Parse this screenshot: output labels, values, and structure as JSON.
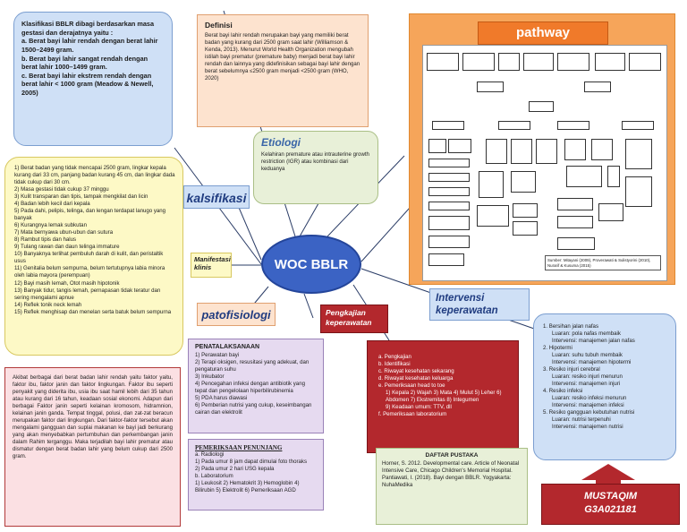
{
  "center": {
    "title": "WOC BBLR"
  },
  "klasifikasi_box": {
    "intro": "Klasifikasi BBLR dibagi berdasarkan masa gestasi dan derajatnya yaitu :",
    "items": [
      "a. Berat bayi lahir rendah dengan berat lahir 1500–2499 gram.",
      "b. Berat bayi lahir sangat rendah dengan berat lahir 1000–1499 gram.",
      "c. Berat bayi lahir ekstrem rendah dengan berat lahir < 1000 gram (Meadow & Newell, 2005)"
    ]
  },
  "definisi": {
    "title": "Definisi",
    "text": "Berat bayi lahir rendah merupakan bayi yang memiliki berat badan yang kurang dari 2500 gram saat lahir (Williamson & Kenda, 2013). Menurut World Health Organization mengubah istilah bayi prematur (premature baby) menjadi berat bayi lahir rendah dan lainnya yang didefinisikan sebagai bayi lahir dengan berat sebelumnya ≤2500 gram menjadi <2500 gram (WHO, 2020)"
  },
  "etiologi": {
    "label": "Etiologi",
    "text": "Kelahiran premature atau intrauterine growth restriction (IGR) atau kombinasi dari keduanya"
  },
  "pathway": {
    "title": "pathway",
    "source": "Sumber: Mitayani (2009), Proverawati & Sulistyorini (2010), Nurarif & Kusuma (2015)"
  },
  "kalsifikasi_label": "kalsifikasi",
  "manifestasi": {
    "label": "Manifestasi klinis",
    "items": [
      "1) Berat badan yang tidak mencapai 2500 gram, lingkar kepala kurang dari 33 cm, panjang badan kurang 45 cm, dan lingkar dada tidak cukup dari 30 cm.",
      "2) Masa gestasi tidak cukup 37 minggu",
      "3) Kulit transparan dan tipis, tampak mengkilat dan licin",
      "4) Badan lebih kecil dari kepala",
      "5) Pada dahi, pelipis, telinga, dan lengan terdapat lanugo yang banyak",
      "6) Kurangnya lemak subkutan",
      "7) Mata bernyawa ubun-ubun dan sutura",
      "8) Rambut tipis dan halus",
      "9) Tulang rawan dan daun telinga immature",
      "10) Banyaknya terlihat pembuluh darah di kulit, dan peristaltik usus",
      "11) Genitalia belum sempurna, belum tertutupnya labia minora oleh labia mayora (perempuan)",
      "12) Bayi masih lemah, Otot masih hipotonik",
      "13) Banyak tidur, tangis lemah, pernapasan tidak teratur dan sering mengalami apnue",
      "14) Reflek tonik neck lemah",
      "15) Reflek menghisap dan menelan serta batuk belum sempurna"
    ]
  },
  "patofisiologi": {
    "label": "patofisiologi",
    "text": "Akibat berbagai dari berat badan lahir rendah yaitu faktor yaitu, faktor ibu, faktor janin dan faktor lingkungan. Faktor ibu seperti penyakit yang diderita ibu, usia ibu saat hamil lebih dari 35 tahun atau kurang dari 16 tahun, keadaan sosial ekonomi. Adapun dari berbagai Faktor janin seperti kelainan kromosom, hidramnion, kelainan janin ganda. Tempat tinggal, polusi, dan zat-zat beracun merupakan faktor dari lingkungan. Dari faktor-faktor tersebut akan mengalami gangguan dan suplai makanan ke bayi jadi berkurang yang akan menyebabkan pertumbuhan dan perkembangan janin dalam Rahim terganggu. Maka terjadilah bayi lahir prematur atau dismatur dengan berat badan lahir yang belum cukup dari 2500 gram."
  },
  "penatalaksanaan": {
    "title": "PENATALAKSANAAN",
    "items": [
      "1) Perawatan bayi",
      "2) Terapi oksigen, resusitasi yang adekuat, dan pengaturan suhu",
      "3) Inkubator",
      "4) Pencegahan infeksi dengan antibiotik yang tepat dan pengelolaan hiperbilirubinemia",
      "5) PDA harus diawasi",
      "6) Pemberian nutrisi yang cukup, keseimbangan cairan dan elektrolit"
    ]
  },
  "penunjang": {
    "title": "PEMERIKSAAN PENUNJANG",
    "subtitle": "a. Radiologi",
    "items": [
      "1) Pada umur 8 jam dapat dimulai foto thoraks",
      "2) Pada umur 2 hari USG kepala",
      "b. Laboratorium",
      "1) Leukosit 2) Hematokrit 3) Hemoglobin 4) Bilirubin 5) Elektrolit 6) Pemeriksaan AGD"
    ]
  },
  "pengkajian": {
    "label": "Pengkajian keperawatan",
    "items": [
      "a. Pengkajian",
      "b. Identifikasi",
      "c. Riwayat kesehatan sekarang",
      "d. Riwayat kesehatan keluarga",
      "e. Pemeriksaan head to toe",
      "1) Kepala 2) Wajah 3) Mata 4) Mulut 5) Leher 6) Abdomen 7) Ekstremitas 8) Integumen",
      "9) Keadaan umum: TTV, dll",
      "f. Pemeriksaan laboratorium"
    ]
  },
  "intervensi": {
    "label": "Intervensi keperawatan",
    "items": [
      "1. Bersihan jalan nafas",
      "Luaran: pola nafas membaik",
      "Intervensi: manajemen jalan nafas",
      "2. Hipotermi",
      "Luaran: suhu tubuh membaik",
      "Intervensi: manajemen hipotermi",
      "3. Resiko injuri cerebral",
      "Luaran: resiko injuri menurun",
      "Intervensi: manajemen injuri",
      "4. Resiko infeksi",
      "Luaran: resiko infeksi menurun",
      "Intervensi: manajemen infeksi",
      "5. Resiko gangguan kebutuhan nutrisi",
      "Luaran: nutrisi terpenuhi",
      "Intervensi: manajemen nutrisi"
    ]
  },
  "pustaka": {
    "title": "DAFTAR PUSTAKA",
    "items": [
      "Horner, S. 2012. Developmental care. Article of Neonatal Intensive Care, Chicago Children's Memorial Hospital.",
      "Pantiawati, I. (2018). Bayi dengan BBLR. Yogyakarta: NuhaMedika"
    ]
  },
  "author": {
    "name": "MUSTAQIM",
    "id": "G3A021181"
  },
  "colors": {
    "blue_box": "#cfe0f6",
    "yellow_box": "#fdf9c6",
    "orange_box": "#fde3cf",
    "pink_box": "#fbe0e3",
    "purple_box": "#e6daf0",
    "green_box": "#e8f0d8",
    "red_box": "#b3282d",
    "hub": "#3b63c4",
    "pathway_bg": "#f6a55a",
    "pathway_border": "#e0882f"
  }
}
